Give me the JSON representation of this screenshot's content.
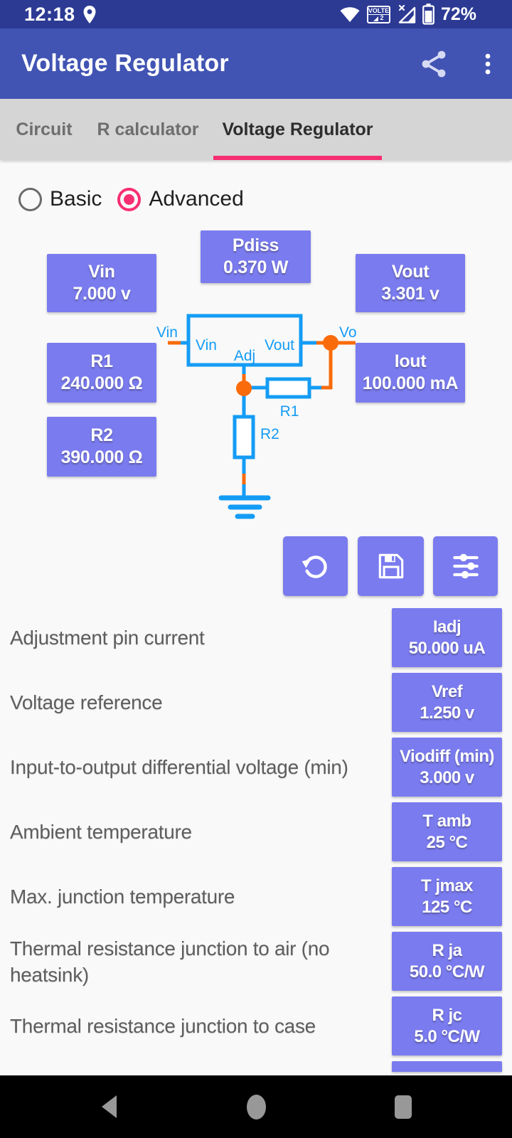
{
  "colors": {
    "status_bar": "#2c3a94",
    "app_bar": "#4154b3",
    "accent_pink": "#f72f72",
    "box_purple": "#7a7bef",
    "circuit_blue": "#149cf5",
    "circuit_orange": "#fa6b0b"
  },
  "status_bar": {
    "time": "12:18",
    "battery_percent": "72%",
    "volte_label": "VOLTE",
    "volte_sub": "2"
  },
  "app_bar": {
    "title": "Voltage Regulator"
  },
  "tab_bar": {
    "tabs": [
      {
        "label": "Circuit"
      },
      {
        "label": "R calculator"
      },
      {
        "label": "Voltage Regulator"
      }
    ],
    "active": "Voltage Regulator"
  },
  "mode_selector": {
    "options": [
      {
        "label": "Basic",
        "selected": false
      },
      {
        "label": "Advanced",
        "selected": true
      }
    ]
  },
  "circuit": {
    "value_boxes": {
      "vin": {
        "name": "Vin",
        "value": "7.000 v"
      },
      "pdiss": {
        "name": "Pdiss",
        "value": "0.370 W"
      },
      "vout": {
        "name": "Vout",
        "value": "3.301 v"
      },
      "r1": {
        "name": "R1",
        "value": "240.000 Ω"
      },
      "iout": {
        "name": "Iout",
        "value": "100.000 mA"
      },
      "r2": {
        "name": "R2",
        "value": "390.000 Ω"
      }
    },
    "diagram_labels": {
      "input_net": "Vin",
      "output_net": "Vo",
      "pin_in": "Vin",
      "pin_out": "Vout",
      "pin_adj": "Adj",
      "resistor1": "R1",
      "resistor2": "R2"
    }
  },
  "actions": {
    "reset_icon": "circular-arrow",
    "save_icon": "floppy-disk",
    "settings_icon": "sliders"
  },
  "parameters": [
    {
      "label": "Adjustment pin current",
      "name": "Iadj",
      "value": "50.000 uA"
    },
    {
      "label": "Voltage reference",
      "name": "Vref",
      "value": "1.250 v"
    },
    {
      "label": "Input-to-output differential voltage (min)",
      "name": "Viodiff (min)",
      "value": "3.000 v"
    },
    {
      "label": "Ambient temperature",
      "name": "T amb",
      "value": "25 °C"
    },
    {
      "label": "Max. junction temperature",
      "name": "T jmax",
      "value": "125 °C"
    },
    {
      "label": "Thermal resistance junction to air (no heatsink)",
      "name": "R ja",
      "value": "50.0 °C/W"
    },
    {
      "label": "Thermal resistance junction to case",
      "name": "R jc",
      "value": "5.0 °C/W"
    }
  ]
}
